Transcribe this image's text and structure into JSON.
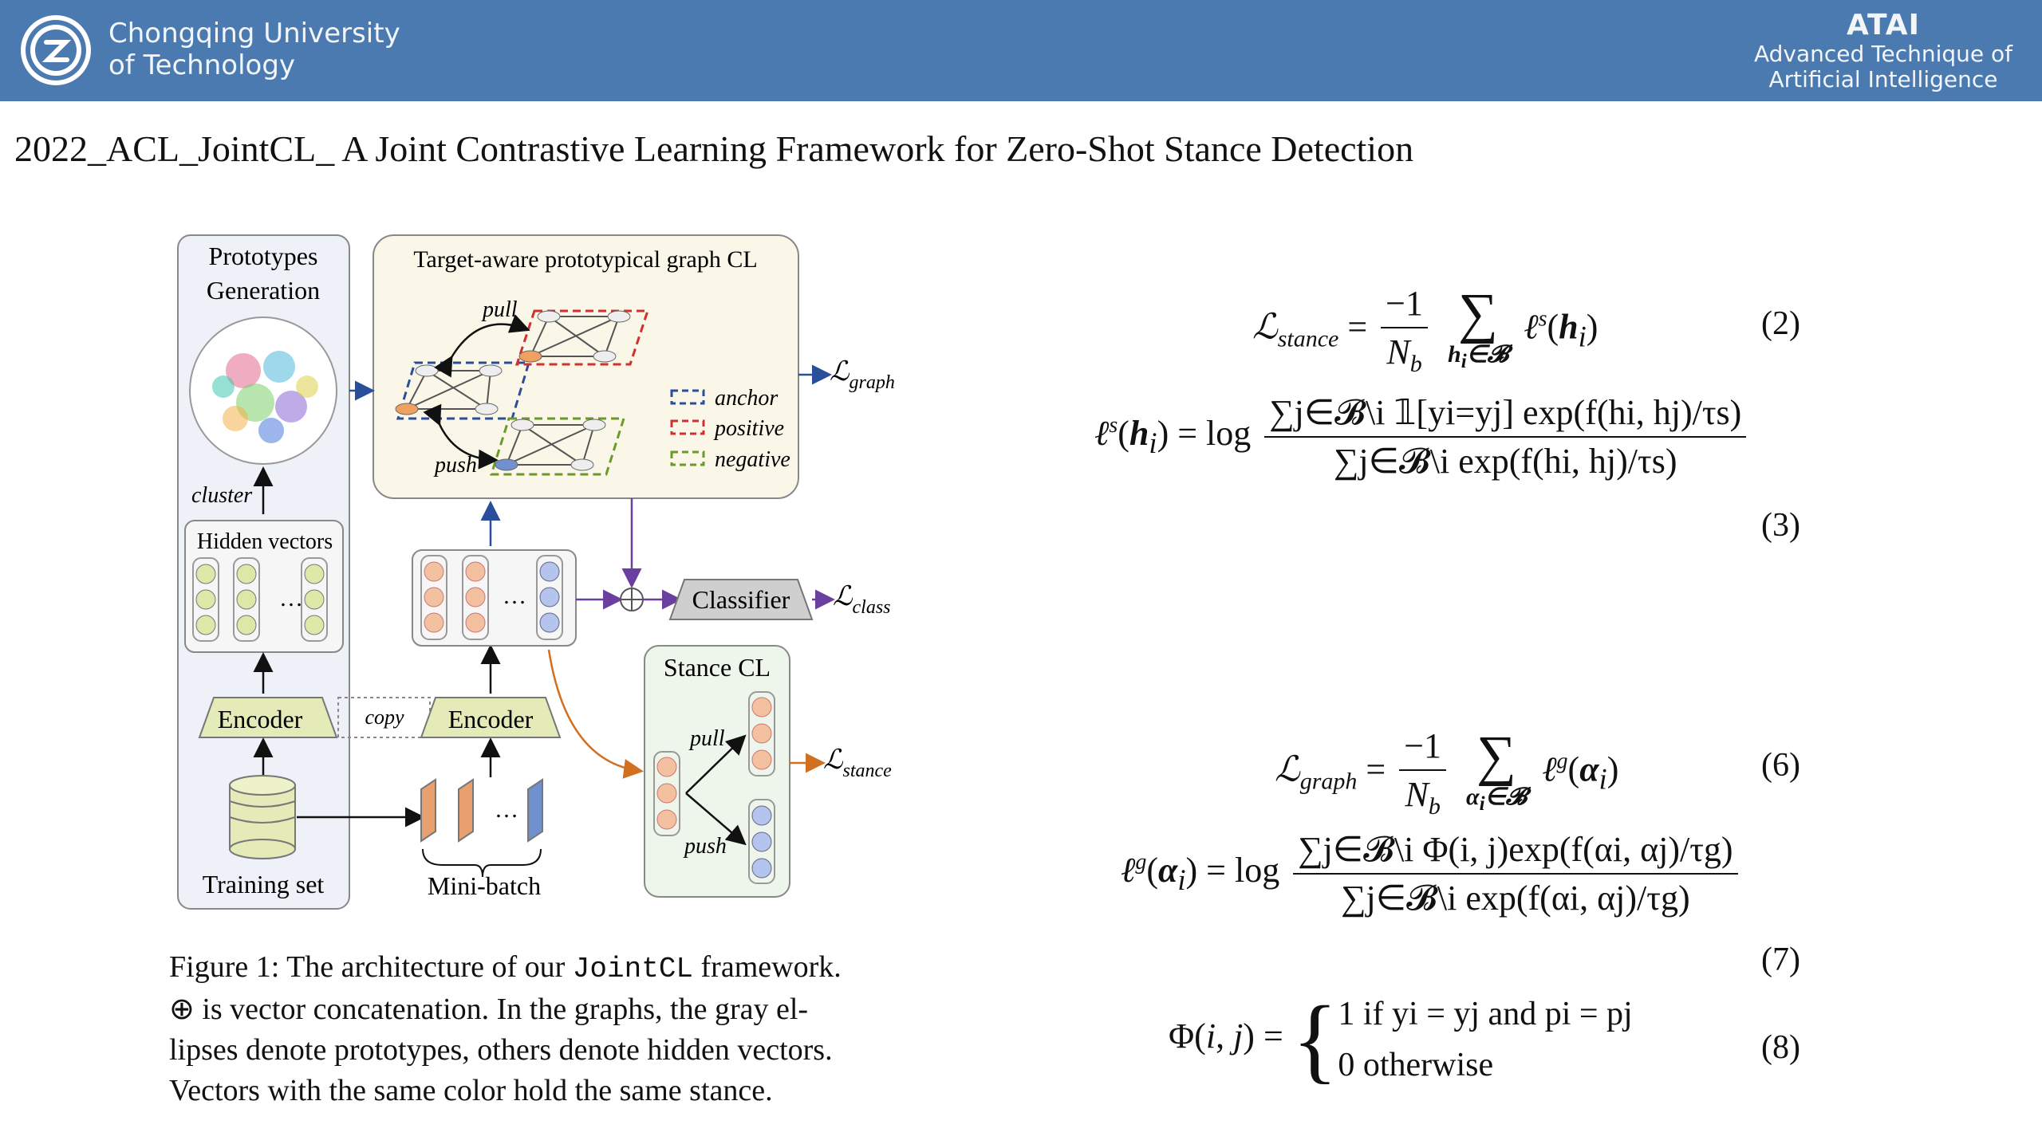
{
  "header": {
    "university_line1": "Chongqing University",
    "university_line2": "of Technology",
    "brand_abbr": "ATAI",
    "brand_line1": "Advanced Technique of",
    "brand_line2": "Artificial  Intelligence",
    "bar_color": "#4a7ab0"
  },
  "slide_title": "2022_ACL_JointCL_ A Joint Contrastive Learning Framework for Zero-Shot Stance Detection",
  "figure": {
    "prototypes_line1": "Prototypes",
    "prototypes_line2": "Generation",
    "graph_cl_title": "Target-aware prototypical graph CL",
    "pull": "pull",
    "push": "push",
    "anchor": "anchor",
    "positive": "positive",
    "negative": "negative",
    "cluster": "cluster",
    "hidden_vectors": "Hidden vectors",
    "classifier": "Classifier",
    "stance_cl": "Stance CL",
    "encoder": "Encoder",
    "copy": "copy",
    "training_set": "Training set",
    "mini_batch": "Mini-batch",
    "loss_symbol": "ℒ",
    "loss_graph_sub": "graph",
    "loss_class_sub": "class",
    "loss_stance_sub": "stance",
    "ellipsis": "…"
  },
  "caption": {
    "line1_pre": "Figure 1: The architecture of our ",
    "line1_code": "JointCL",
    "line1_post": " framework.",
    "line2": "⊕ is vector concatenation.  In the graphs, the gray el-",
    "line3": "lipses denote prototypes, others denote hidden vectors.",
    "line4": "Vectors with the same color hold the same stance."
  },
  "equations": {
    "eq2_num": "(2)",
    "eq3_num": "(3)",
    "eq6_num": "(6)",
    "eq7_num": "(7)",
    "eq8_num": "(8)",
    "minus_one": "−1",
    "nb": "N",
    "nb_sub": "b",
    "eq2_lhs_sub": "stance",
    "eq2_sum_lim": "h",
    "eq6_lhs_sub": "graph",
    "eq3_num_expr": "∑j∈𝓑\\i 𝟙[yi=yj] exp(f(hi, hj)/τs)",
    "eq3_den_expr": "∑j∈𝓑\\i exp(f(hi, hj)/τs)",
    "eq7_num_expr": "∑j∈𝓑\\i Φ(i, j)exp(f(αi, αj)/τg)",
    "eq7_den_expr": "∑j∈𝓑\\i exp(f(αi, αj)/τg)",
    "eq8_case1": "1    if yi = yj and pi = pj",
    "eq8_case2": "0    otherwise"
  }
}
